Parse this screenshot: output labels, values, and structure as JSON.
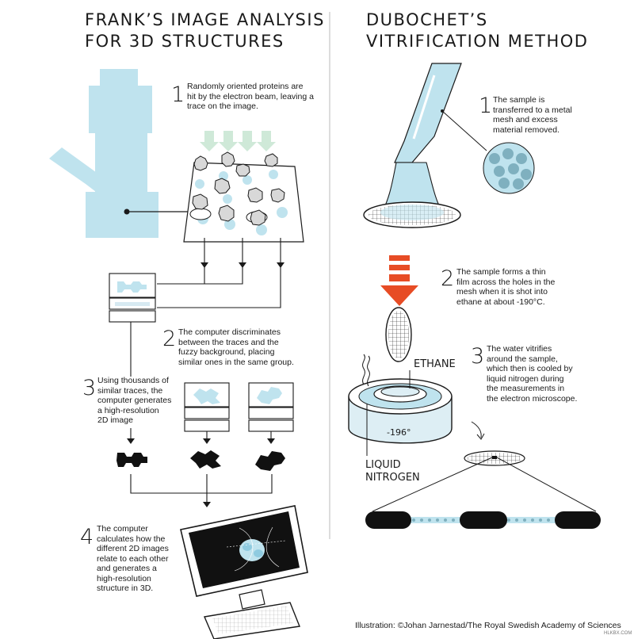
{
  "left": {
    "title_lines": [
      "FRANK’S IMAGE ANALYSIS",
      "FOR 3D STRUCTURES"
    ],
    "steps": [
      {
        "num": "1",
        "lines": [
          "Randomly oriented proteins are",
          "hit by the electron beam, leaving a",
          "trace on the image."
        ]
      },
      {
        "num": "2",
        "lines": [
          "The computer discriminates",
          "between the traces and the",
          "fuzzy background, placing",
          "similar ones in the same group."
        ]
      },
      {
        "num": "3",
        "lines": [
          "Using thousands of",
          "similar traces, the",
          "computer generates",
          "a high-resolution",
          "2D image"
        ]
      },
      {
        "num": "4",
        "lines": [
          "The computer",
          "calculates how the",
          "different 2D images",
          "relate to each other",
          "and generates a",
          "high-resolution",
          "structure in 3D."
        ]
      }
    ]
  },
  "right": {
    "title_lines": [
      "DUBOCHET’S",
      "VITRIFICATION METHOD"
    ],
    "steps": [
      {
        "num": "1",
        "lines": [
          "The sample is",
          "transferred to a metal",
          "mesh and excess",
          "material removed."
        ]
      },
      {
        "num": "2",
        "lines": [
          "The sample forms a thin",
          "film across the holes in the",
          "mesh when it is shot into",
          "ethane at about -190°C."
        ]
      },
      {
        "num": "3",
        "lines": [
          "The water vitrifies",
          "around the sample,",
          "which then is cooled by",
          "liquid nitrogen during",
          "the measurements in",
          "the electron microscope."
        ]
      }
    ],
    "ethane_label": "ETHANE",
    "temperature_label": "-196°",
    "liquid_nitrogen_lines": [
      "LIQUID",
      "NITROGEN"
    ]
  },
  "credit": "Illustration: ©Johan Jarnestad/The Royal Swedish Academy of Sciences",
  "watermark": "HLKBX.COM",
  "colors": {
    "ice_blue": "#bfe3ee",
    "mint_arrow": "#cfe9d8",
    "red_arrow": "#e74c25",
    "ink": "#1a1a1a"
  }
}
